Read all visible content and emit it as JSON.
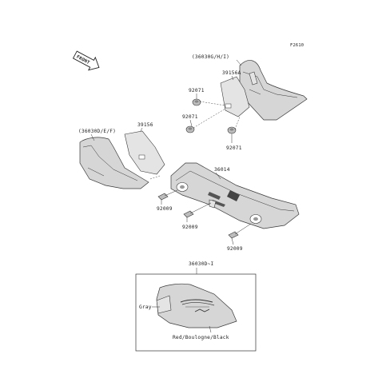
{
  "figure_code": "F2610",
  "front_label": "FRONT",
  "labels": {
    "p36030GHI": "(36030G/H/I)",
    "p39156A": "39156A",
    "p92071a": "92071",
    "p92071b": "92071",
    "p92071c": "92071",
    "p36030DEF": "(36030D/E/F)",
    "p39156": "39156",
    "p36014": "36014",
    "p92009a": "92009",
    "p92009b": "92009",
    "p92009c": "92009",
    "p36030DI": "36030D~I",
    "gray": "Gray",
    "red_boulogne_black": "Red/Boulogne/Black"
  }
}
